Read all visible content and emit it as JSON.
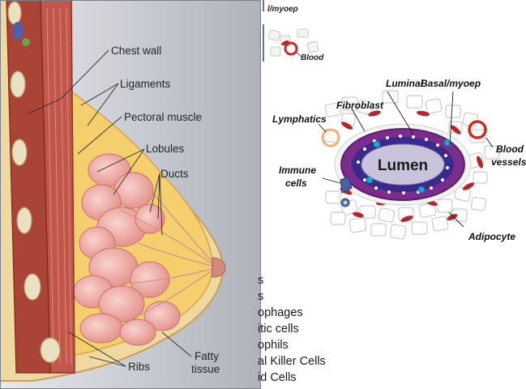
{
  "left_diagram": {
    "labels": {
      "chest_wall": "Chest wall",
      "ligaments": "Ligaments",
      "pectoral_muscle": "Pectoral muscle",
      "lobules": "Lobules",
      "ducts": "Ducts",
      "ribs": "Ribs",
      "fatty_tissue_line1": "Fatty",
      "fatty_tissue_line2": "tissue"
    },
    "colors": {
      "muscle": "#c0574a",
      "fat": "#f3d48a",
      "lobule": "#f2b7b2",
      "rib": "#e8d9b5",
      "background": "#c9ccd2"
    }
  },
  "right_diagram": {
    "top_fragment": {
      "label_a": "l/myoep",
      "label_b": "Blood"
    },
    "labels": {
      "luminal": "Luminal",
      "basal_myoep": "Basal/myoep",
      "fibroblast": "Fibroblast",
      "lymphatics": "Lymphatics",
      "blood_vessels_line1": "Blood",
      "blood_vessels_line2": "vessels",
      "immune_cells_line1": "Immune",
      "immune_cells_line2": "cells",
      "lumen": "Lumen",
      "adipocyte": "Adipocyte"
    },
    "colors": {
      "basal_ring": "#7b2d8e",
      "luminal_ring": "#3a2a8c",
      "lumen": "#c9c4dc",
      "fibroblast": "#b3262b",
      "blood_vessel": "#cc2b1e",
      "lymphatic": "#f0b27a"
    }
  },
  "cell_list": [
    "s",
    "s",
    "ophages",
    "itic cells",
    "ophils",
    "al Killer Cells",
    "id Cells"
  ]
}
